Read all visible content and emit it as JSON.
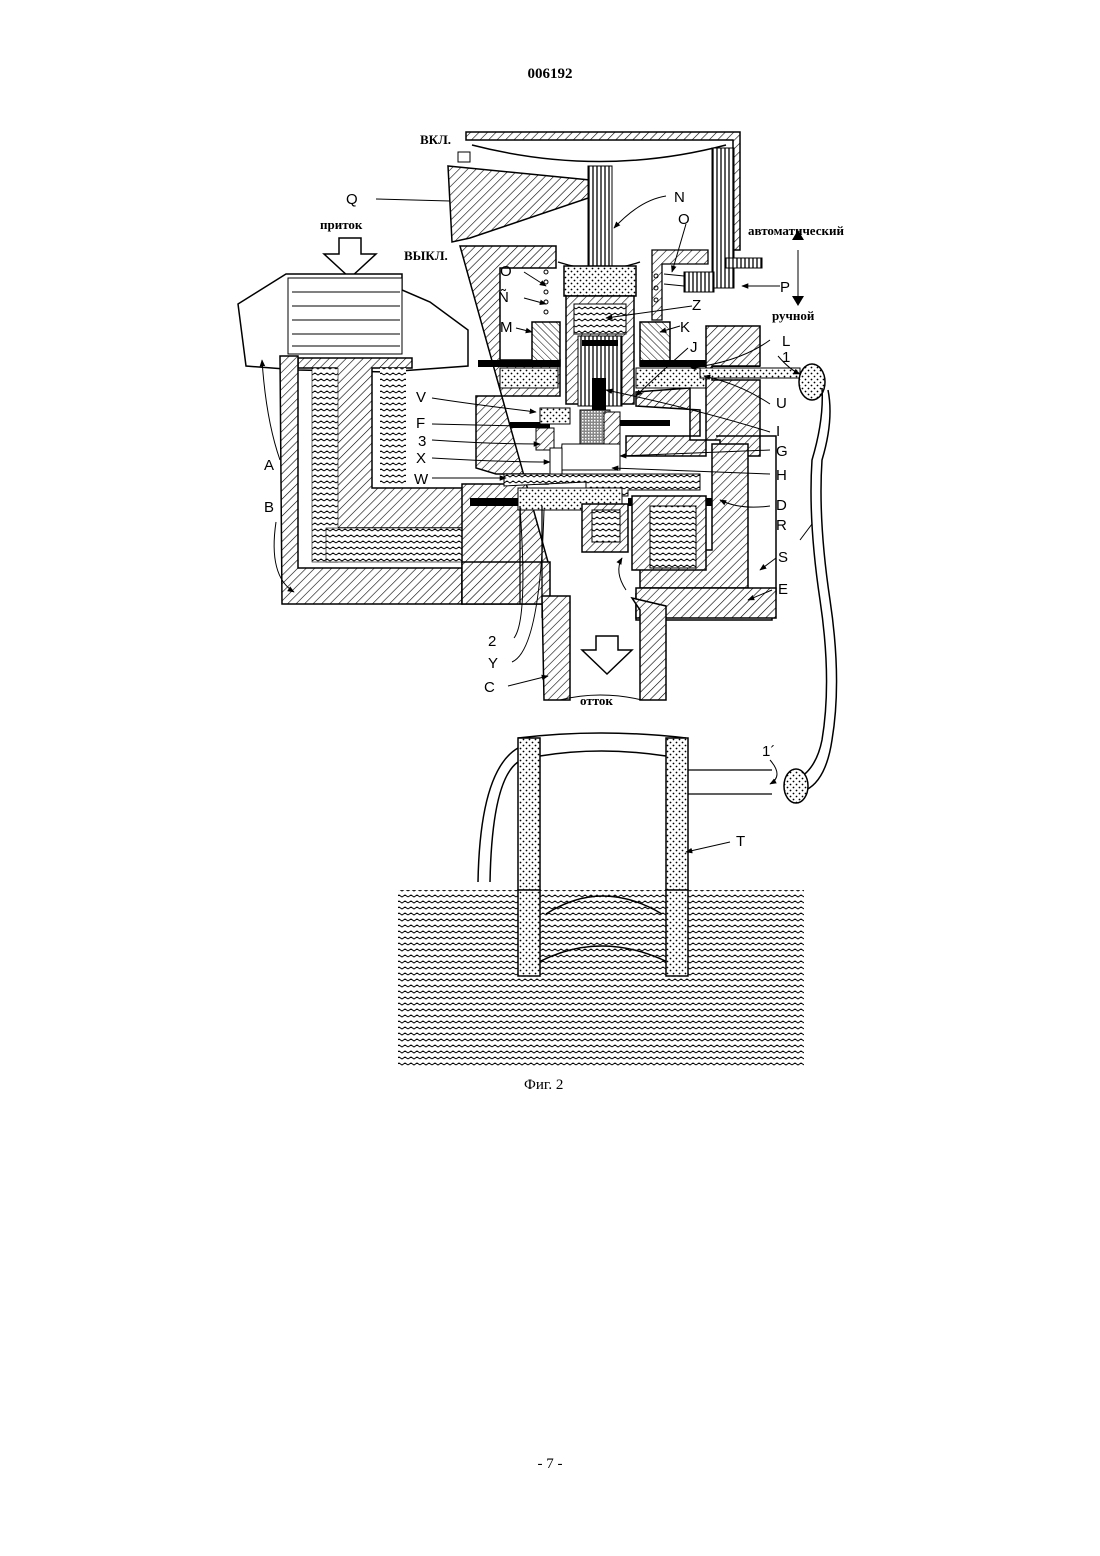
{
  "page": {
    "number": "006192",
    "footer": "- 7 -"
  },
  "figure": {
    "caption": "Фиг. 2",
    "text": {
      "on": "ВКЛ.",
      "off": "ВЫКЛ.",
      "inflow": "приток",
      "outflow": "отток",
      "automatic": "автоматический",
      "manual": "ручной"
    },
    "labels": {
      "Q": "Q",
      "N": "N",
      "O": "O",
      "O2": "O",
      "N2": "Ñ",
      "M": "M",
      "Z": "Z",
      "K": "K",
      "L": "L",
      "J": "J",
      "one": "1",
      "U": "U",
      "I": "I",
      "P": "P",
      "V": "V",
      "F": "F",
      "three": "3",
      "X": "X",
      "W": "W",
      "G": "G",
      "H": "H",
      "D": "D",
      "R": "R",
      "S": "S",
      "E": "E",
      "A": "A",
      "B": "B",
      "two": "2",
      "Y": "Y",
      "C": "C",
      "one_prime": "1´",
      "T": "T"
    }
  }
}
